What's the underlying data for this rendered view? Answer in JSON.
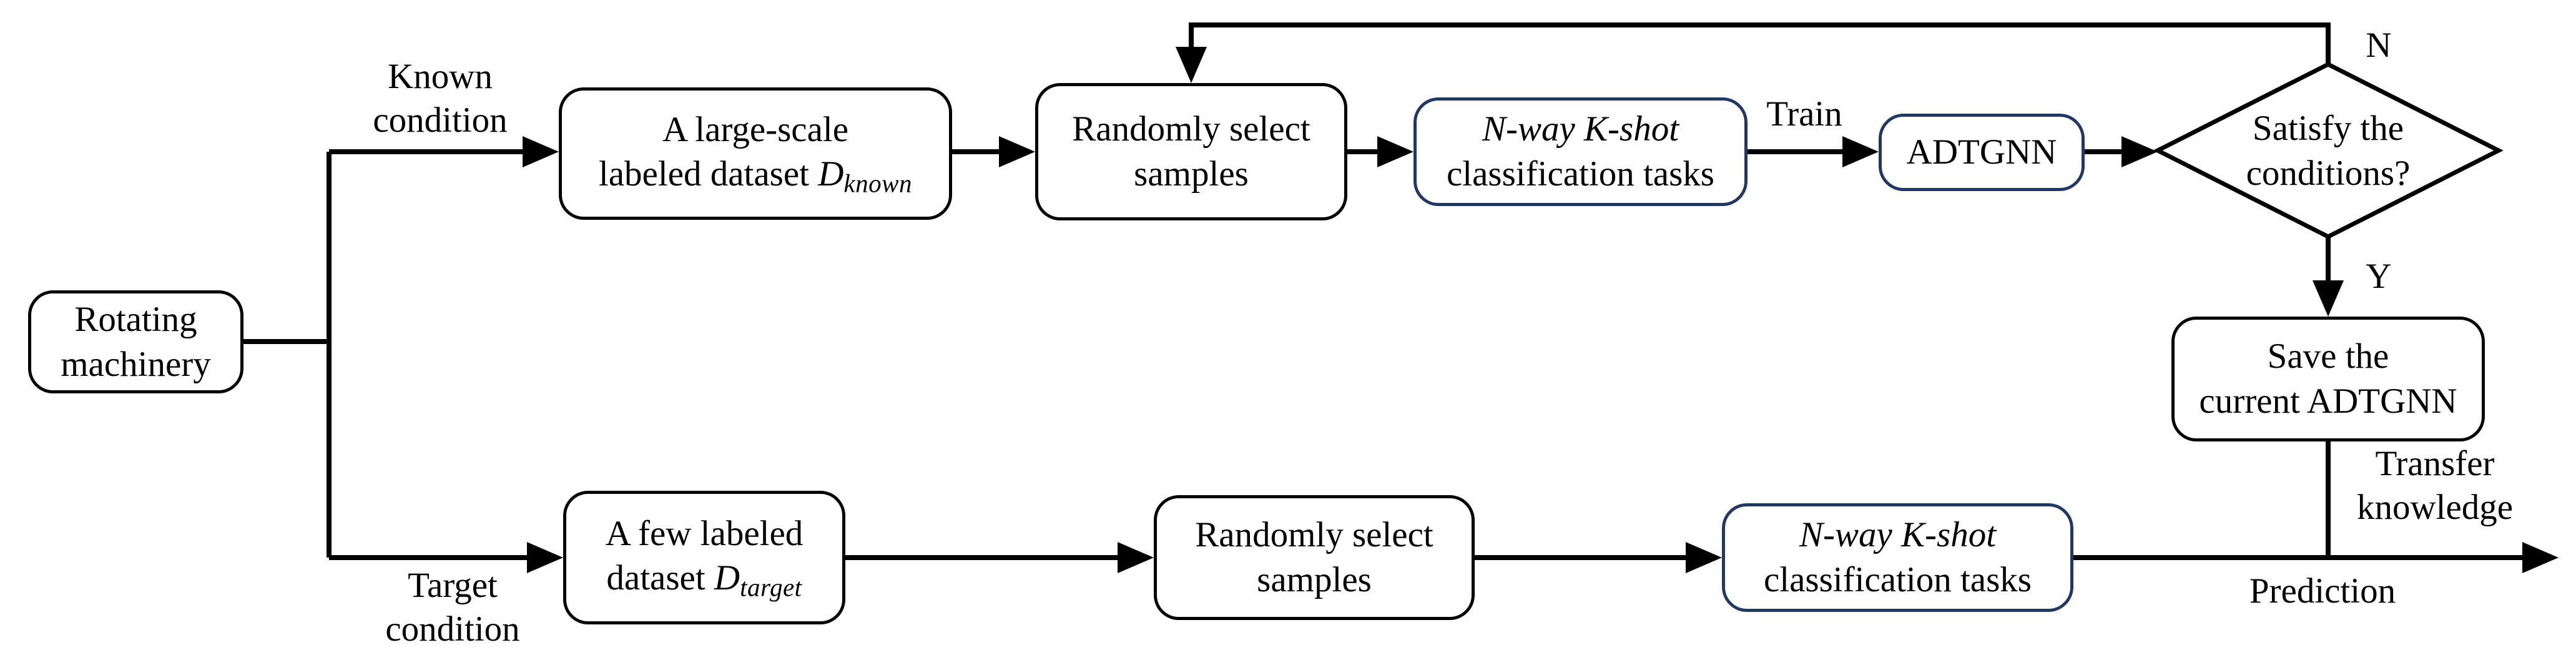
{
  "colors": {
    "line": "#000000",
    "text": "#000000",
    "highlight_border": "#1F3864",
    "background": "#FFFFFF"
  },
  "nodes": {
    "rotating": {
      "line1": "Rotating",
      "line2": "machinery"
    },
    "known_dataset": {
      "line1": "A large-scale",
      "line2_prefix": "labeled dataset ",
      "symbol": "D",
      "subscript": "known"
    },
    "random_select_top": {
      "line1": "Randomly select",
      "line2": "samples"
    },
    "nway_top": {
      "line1": "N-way K-shot",
      "line2": "classification tasks"
    },
    "adtgnn": {
      "label": "ADTGNN"
    },
    "decision": {
      "line1": "Satisfy the",
      "line2": "conditions?"
    },
    "save_model": {
      "line1": "Save the",
      "line2": "current ADTGNN"
    },
    "few_dataset": {
      "line1": "A few labeled",
      "line2_prefix": "dataset ",
      "symbol": "D",
      "subscript": "target"
    },
    "random_select_bottom": {
      "line1": "Randomly select",
      "line2": "samples"
    },
    "nway_bottom": {
      "line1": "N-way K-shot",
      "line2": "classification tasks"
    }
  },
  "edge_labels": {
    "known_condition": {
      "line1": "Known",
      "line2": "condition"
    },
    "target_condition": {
      "line1": "Target",
      "line2": "condition"
    },
    "train": "Train",
    "no": "N",
    "yes": "Y",
    "transfer": {
      "line1": "Transfer",
      "line2": "knowledge"
    },
    "prediction": "Prediction"
  }
}
